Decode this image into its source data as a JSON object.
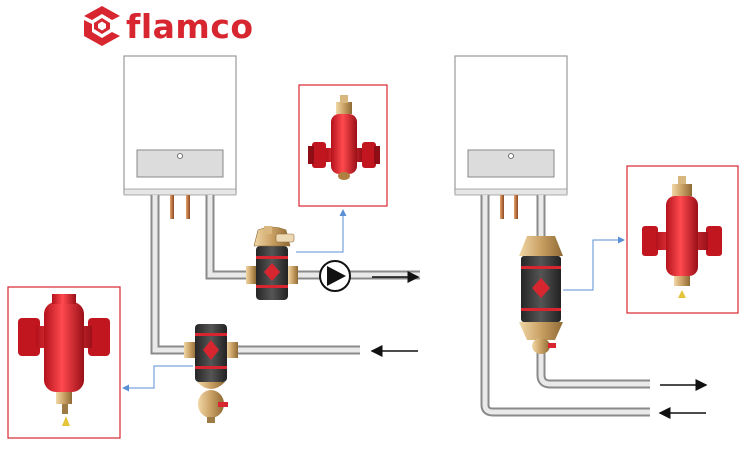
{
  "brand": {
    "name": "flamco",
    "color": "#d7262f"
  },
  "colors": {
    "accent_red": "#d7262f",
    "leader_line": "#5b8fd6",
    "frame": "#d7262f",
    "boiler_panel": "#dcdcdc",
    "pipe": "#b8b8b8",
    "insulation": "#3a3a3a",
    "brass": "#c9a064"
  },
  "components": [
    "boiler",
    "dirt-separator",
    "air-separator",
    "combined-air-dirt-separator",
    "circulation-pump"
  ],
  "flow_arrows": [
    "right",
    "left",
    "right",
    "left"
  ]
}
